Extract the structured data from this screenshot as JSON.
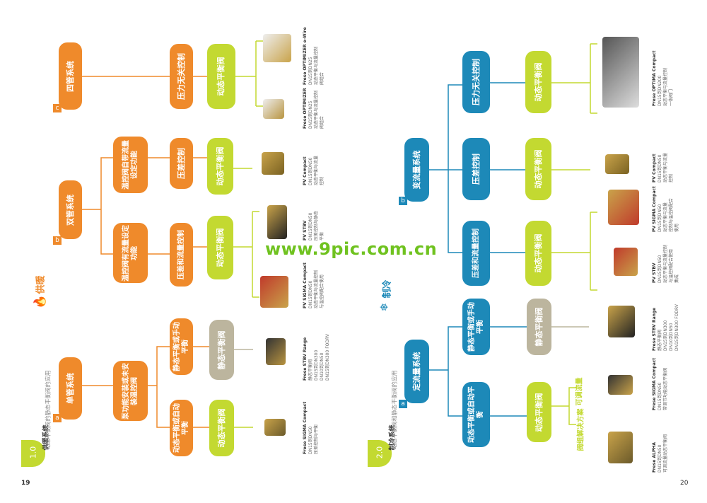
{
  "page_numbers": {
    "left": "19",
    "right": "20"
  },
  "watermark": "www.9pic.com.cn",
  "heating": {
    "number": "1.0",
    "title": "供暖系统",
    "subtitle": "动态平衡阀的静态平衡阀的应用",
    "badge_icon": "flame-icon",
    "badge_label": "供暖",
    "systems": {
      "a": {
        "letter": "a",
        "label": "单管系统",
        "sub": "泵功能安装或未安装温控阀",
        "branches": [
          "动态平衡或自动平衡",
          "静态平衡或手动平衡"
        ],
        "valves": [
          "动态平衡阀",
          "静态平衡阀"
        ]
      },
      "b": {
        "letter": "b",
        "label": "双管系统",
        "subs": [
          "温控阀有流量设定功能",
          "温控阀自带流量设定功能"
        ],
        "branches": [
          "压差和流量控制",
          "压差控制"
        ],
        "valves": [
          "动态平衡阀",
          "动态平衡阀"
        ]
      },
      "c": {
        "letter": "c",
        "label": "四管系统",
        "branch": "压力无关控制",
        "valve": "动态平衡阀"
      }
    },
    "products": [
      {
        "name": "Frese SIGMA Compact",
        "lines": [
          "DN15到DN50",
          "压差控制与平衡"
        ]
      },
      {
        "name": "Frese STBV Range",
        "lines": [
          "静态平衡阀",
          "DN15到DN300",
          "DN10到DN50",
          "DN15到DN300 FODRV"
        ]
      },
      {
        "name": "PV SIGMA Compact",
        "lines": [
          "DN15到DN50",
          "动态平衡与流量控制",
          "与温控阀配合使用"
        ]
      },
      {
        "name": "PV STBV",
        "lines": [
          "DN15到DN50",
          "压差控制与静态",
          "平衡"
        ]
      },
      {
        "name": "PV Compact",
        "lines": [
          "DN15到DN50",
          "动态平衡与流量",
          "控制"
        ]
      },
      {
        "name": "Frese OPTIMIZER",
        "lines": [
          "DN15到DN25",
          "动态平衡与流量控制",
          "阀组合"
        ]
      },
      {
        "name": "Frese OPTIMIZER e-Wire",
        "lines": [
          "DN15到DN25",
          "动态平衡与流量控制",
          "阀组合"
        ]
      }
    ]
  },
  "cooling": {
    "number": "2.0",
    "title": "制冷系统",
    "subtitle": "动态平衡阀和静态平衡阀的应用",
    "badge_icon": "snowflake-icon",
    "badge_label": "制冷",
    "systems": {
      "a": {
        "letter": "a",
        "label": "定流量系统",
        "branches": [
          "动态平衡或自动平衡",
          "静态平衡或手动平衡"
        ],
        "valves": [
          "动态平衡阀",
          "静态平衡阀"
        ],
        "options": [
          "阀组解决方案",
          "可调流量"
        ]
      },
      "b": {
        "letter": "b",
        "label": "变流量系统",
        "branches": [
          "压差和流量控制",
          "压差控制",
          "压力无关控制"
        ],
        "valves": [
          "动态平衡阀",
          "动态平衡阀",
          "动态平衡阀"
        ]
      }
    },
    "products": [
      {
        "name": "Frese ALPHA",
        "lines": [
          "DN15到DN50",
          "可调流量动态平衡阀"
        ]
      },
      {
        "name": "Frese SIGMA Compact",
        "lines": [
          "DN15到DN50",
          "带调节功能动态平衡阀"
        ]
      },
      {
        "name": "Frese STBV Range",
        "lines": [
          "静态平衡阀",
          "DN15到DN300",
          "DN10到DN50",
          "DN15到DN300 FODRV"
        ]
      },
      {
        "name": "PV STBV",
        "lines": [
          "DN15到DN50",
          "动态平衡与流量控制",
          "与温控阀配合使用",
          "集成"
        ]
      },
      {
        "name": "PV SIGMA Compact",
        "lines": [
          "DN15到DN50",
          "动态平衡与流量",
          "控制与温控阀配合",
          "使用"
        ]
      },
      {
        "name": "PV Compact",
        "lines": [
          "DN15到DN50",
          "动态平衡与流量",
          "控制"
        ]
      },
      {
        "name": "Frese OPTIMA Compact",
        "lines": [
          "DN15到DN200",
          "动态平衡与流量控制",
          "一体阀门"
        ]
      }
    ]
  },
  "colors": {
    "orange": "#ef8a2b",
    "blue": "#1d89b8",
    "green": "#c3d931",
    "grey": "#bcb59e"
  }
}
